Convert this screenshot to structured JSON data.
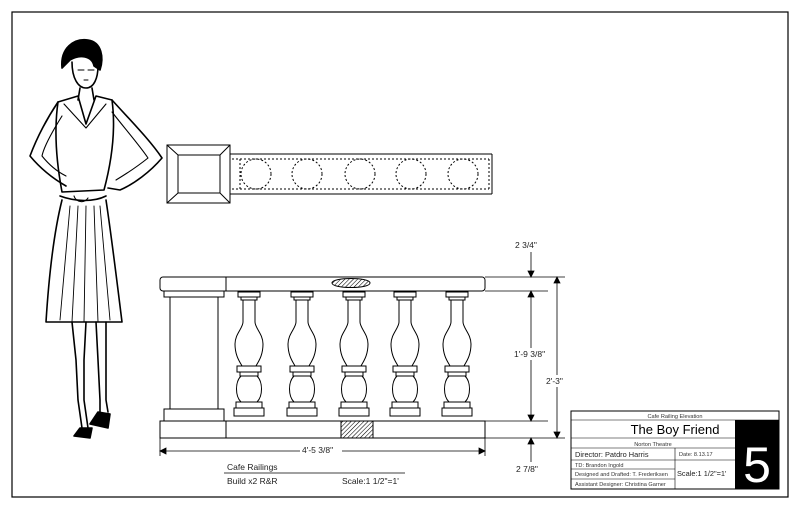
{
  "dimensions": {
    "top_rail": "2 3/4\"",
    "baluster_height": "1'-9 3/8\"",
    "overall_height": "2'-3\"",
    "width": "4'-5 3/8\"",
    "base": "2 7/8\""
  },
  "notes": {
    "title": "Cafe Railings",
    "build": "Build x2 R&R",
    "scale": "Scale:1 1/2\"=1'"
  },
  "title_block": {
    "drawing_title": "Cafe Railing Elevation",
    "show_title": "The Boy Friend",
    "venue": "Norton Theatre",
    "director": "Director: Patdro Harris",
    "date": "Date: 8.13.17",
    "td": "TD: Brandon Ingold",
    "designed": "Designed and Drafted: T. Frederiksen",
    "assistant": "Assistant Designer: Christina Garner",
    "scale": "Scale:1 1/2\"=1'",
    "plate_number": "5"
  }
}
